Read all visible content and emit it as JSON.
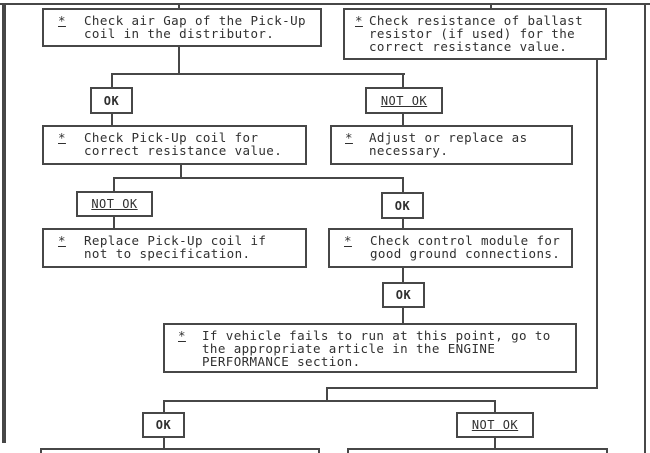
{
  "flowchart": {
    "colors": {
      "line": "#474747",
      "text": "#303030",
      "background": "#ffffff"
    },
    "boxes": [
      {
        "star": "*",
        "text": "Check air Gap of the Pick-Up\ncoil in the distributor."
      },
      {
        "star": "*",
        "text": "Check resistance of ballast\nresistor (if used) for the\ncorrect resistance value."
      },
      {
        "star": "*",
        "text": "Check Pick-Up coil for\ncorrect resistance value."
      },
      {
        "star": "*",
        "text": "Adjust or replace as\nnecessary."
      },
      {
        "star": "*",
        "text": "Replace Pick-Up coil if\nnot to specification."
      },
      {
        "star": "*",
        "text": "Check control module for\ngood ground connections."
      },
      {
        "star": "*",
        "text": "If vehicle fails to run at this point, go to\nthe appropriate article in the ENGINE\nPERFORMANCE section."
      }
    ],
    "labels": [
      {
        "text": "OK"
      },
      {
        "text": "NOT OK"
      },
      {
        "text": "NOT OK"
      },
      {
        "text": "OK"
      },
      {
        "text": "OK"
      },
      {
        "text": "OK"
      },
      {
        "text": "NOT OK"
      }
    ]
  }
}
